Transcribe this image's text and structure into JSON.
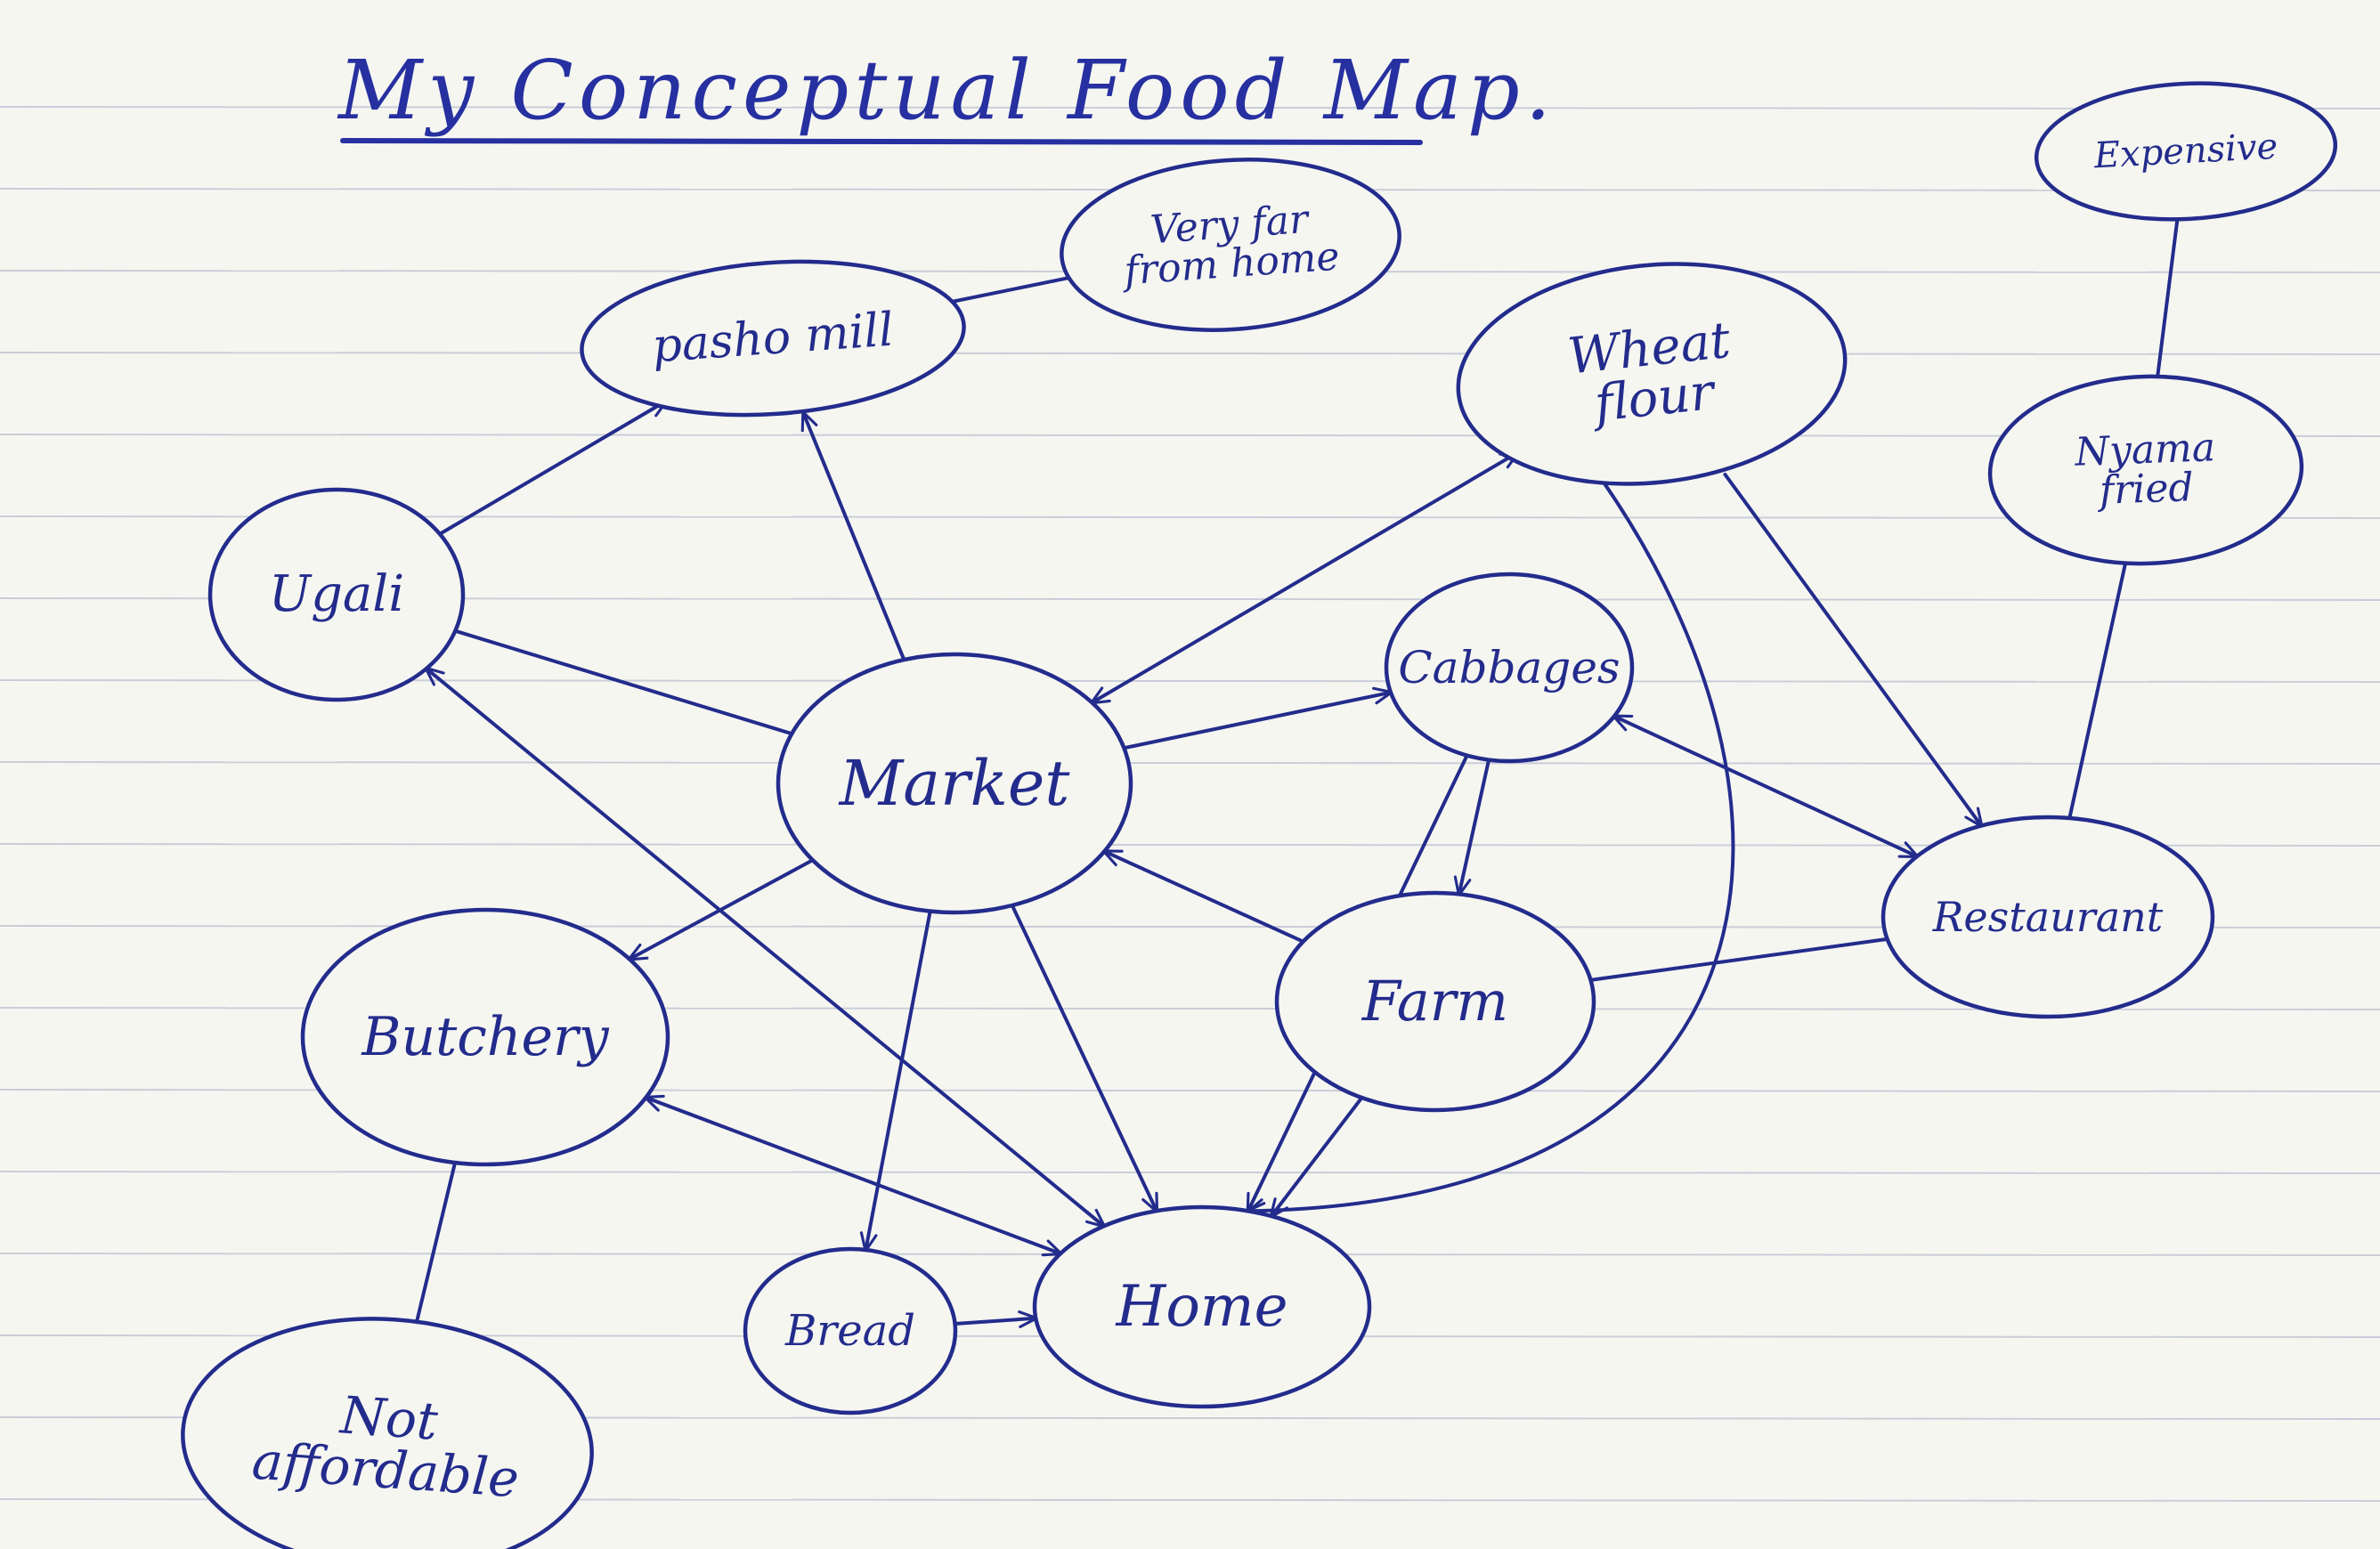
{
  "title": "My Conceptual Food Map.",
  "nodes": [
    {
      "id": "pasho-mill",
      "label": [
        "pasho mill"
      ]
    },
    {
      "id": "very-far",
      "label": [
        "Very far",
        "from home"
      ]
    },
    {
      "id": "expensive",
      "label": [
        "Expensive"
      ]
    },
    {
      "id": "wheat-flour",
      "label": [
        "Wheat",
        "flour"
      ]
    },
    {
      "id": "nyama-fried",
      "label": [
        "Nyama",
        "fried"
      ]
    },
    {
      "id": "ugali",
      "label": [
        "Ugali"
      ]
    },
    {
      "id": "cabbages",
      "label": [
        "Cabbages"
      ]
    },
    {
      "id": "market",
      "label": [
        "Market"
      ]
    },
    {
      "id": "restaurant",
      "label": [
        "Restaurant"
      ]
    },
    {
      "id": "butchery",
      "label": [
        "Butchery"
      ]
    },
    {
      "id": "farm",
      "label": [
        "Farm"
      ]
    },
    {
      "id": "bread",
      "label": [
        "Bread"
      ]
    },
    {
      "id": "home",
      "label": [
        "Home"
      ]
    },
    {
      "id": "not-affordable",
      "label": [
        "Not",
        "affordable"
      ]
    }
  ],
  "edges": [
    {
      "from": "pasho-mill",
      "to": "very-far",
      "arrow": "none"
    },
    {
      "from": "ugali",
      "to": "pasho-mill",
      "arrow": "end"
    },
    {
      "from": "market",
      "to": "pasho-mill",
      "arrow": "end"
    },
    {
      "from": "ugali",
      "to": "market",
      "arrow": "none"
    },
    {
      "from": "market",
      "to": "wheat-flour",
      "arrow": "both"
    },
    {
      "from": "market",
      "to": "cabbages",
      "arrow": "end"
    },
    {
      "from": "market",
      "to": "butchery",
      "arrow": "end"
    },
    {
      "from": "market",
      "to": "bread",
      "arrow": "end"
    },
    {
      "from": "market",
      "to": "home",
      "arrow": "end"
    },
    {
      "from": "farm",
      "to": "market",
      "arrow": "end"
    },
    {
      "from": "ugali",
      "to": "home",
      "arrow": "both"
    },
    {
      "from": "cabbages",
      "to": "farm",
      "arrow": "end"
    },
    {
      "from": "cabbages",
      "to": "home",
      "arrow": "end"
    },
    {
      "from": "cabbages",
      "to": "restaurant",
      "arrow": "both"
    },
    {
      "from": "wheat-flour",
      "to": "restaurant",
      "arrow": "end"
    },
    {
      "from": "wheat-flour",
      "to": "home",
      "arrow": "end"
    },
    {
      "from": "expensive",
      "to": "nyama-fried",
      "arrow": "none"
    },
    {
      "from": "nyama-fried",
      "to": "restaurant",
      "arrow": "none"
    },
    {
      "from": "farm",
      "to": "restaurant",
      "arrow": "none"
    },
    {
      "from": "farm",
      "to": "home",
      "arrow": "end"
    },
    {
      "from": "butchery",
      "to": "home",
      "arrow": "both"
    },
    {
      "from": "butchery",
      "to": "not-affordable",
      "arrow": "none"
    },
    {
      "from": "bread",
      "to": "home",
      "arrow": "end"
    }
  ],
  "colors": {
    "ink": "#232c8c",
    "title": "#2630a0",
    "paper": "#f6f6f1",
    "rule": "#c9cdd8"
  }
}
